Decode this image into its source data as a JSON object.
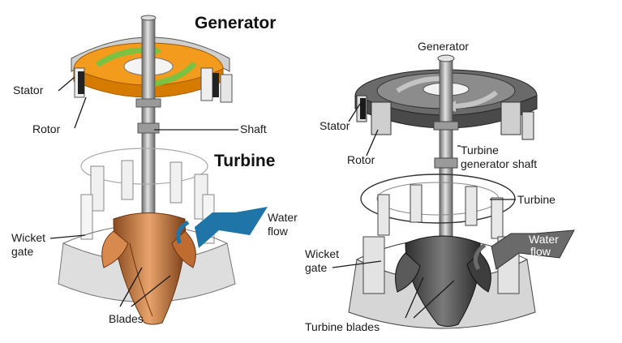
{
  "colors": {
    "rotor_orange": "#f29b1d",
    "flow_green": "#7cc242",
    "runner_copper": "#c9773a",
    "water_blue": "#1f74a8",
    "stator_gray": "#b7b7b7",
    "shaft_gray": "#8f8f8f",
    "mono_dark": "#4a4a4a",
    "label_text": "#1a1a1a"
  },
  "color_diagram": {
    "title_generator": "Generator",
    "title_turbine": "Turbine",
    "labels": {
      "stator": "Stator",
      "rotor": "Rotor",
      "shaft": "Shaft",
      "water_flow": [
        "Water",
        "flow"
      ],
      "wicket_gate": [
        "Wicket",
        "gate"
      ],
      "blades": "Blades"
    }
  },
  "gray_diagram": {
    "labels": {
      "generator": "Generator",
      "stator": "Stator",
      "rotor": "Rotor",
      "shaft": [
        "Turbine",
        "generator shaft"
      ],
      "turbine": "Turbine",
      "wicket_gate": [
        "Wicket",
        "gate"
      ],
      "water_flow": [
        "Water",
        "flow"
      ],
      "blades": "Turbine blades"
    }
  }
}
